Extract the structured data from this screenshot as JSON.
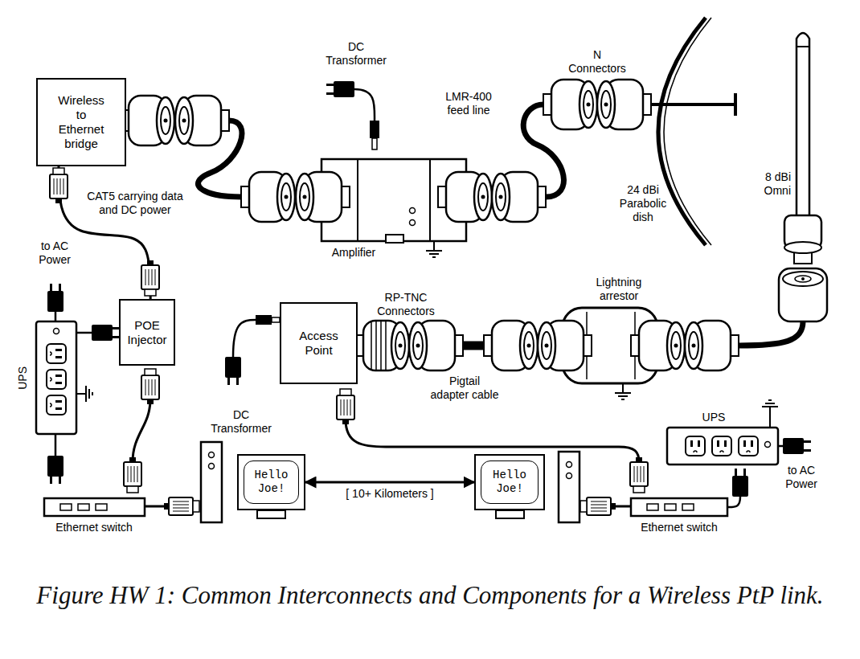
{
  "diagram": {
    "caption": "Figure HW 1: Common Interconnects and Components for a Wireless PtP link.",
    "nodes": [
      {
        "text": [
          "Wireless to Ethernet bridge"
        ]
      },
      {
        "text": [
          "POE Injector"
        ]
      },
      {
        "text": [
          "Access Point"
        ]
      },
      {
        "text": [
          "Hello Joe!"
        ]
      },
      {
        "text": [
          "Hello Joe!"
        ]
      }
    ],
    "edges": [
      {
        "from": 0,
        "to": 1,
        "arrow": "none"
      },
      {
        "from": 3,
        "to": 4,
        "label": "[ 10+ Kilometers ]",
        "arrow": "both"
      }
    ],
    "labels": [
      "DC Transformer",
      "LMR-400 feed line",
      "N Connectors",
      "8 dBi Omni",
      "CAT5 carrying data and DC power",
      "24 dBi Parabolic dish",
      "Amplifier",
      "to AC Power",
      "RP-TNC Connectors",
      "Lightning arrestor",
      "UPS",
      "Pigtail adapter cable",
      "DC Transformer",
      "UPS",
      "to AC Power",
      "Ethernet switch",
      "Ethernet switch"
    ]
  }
}
